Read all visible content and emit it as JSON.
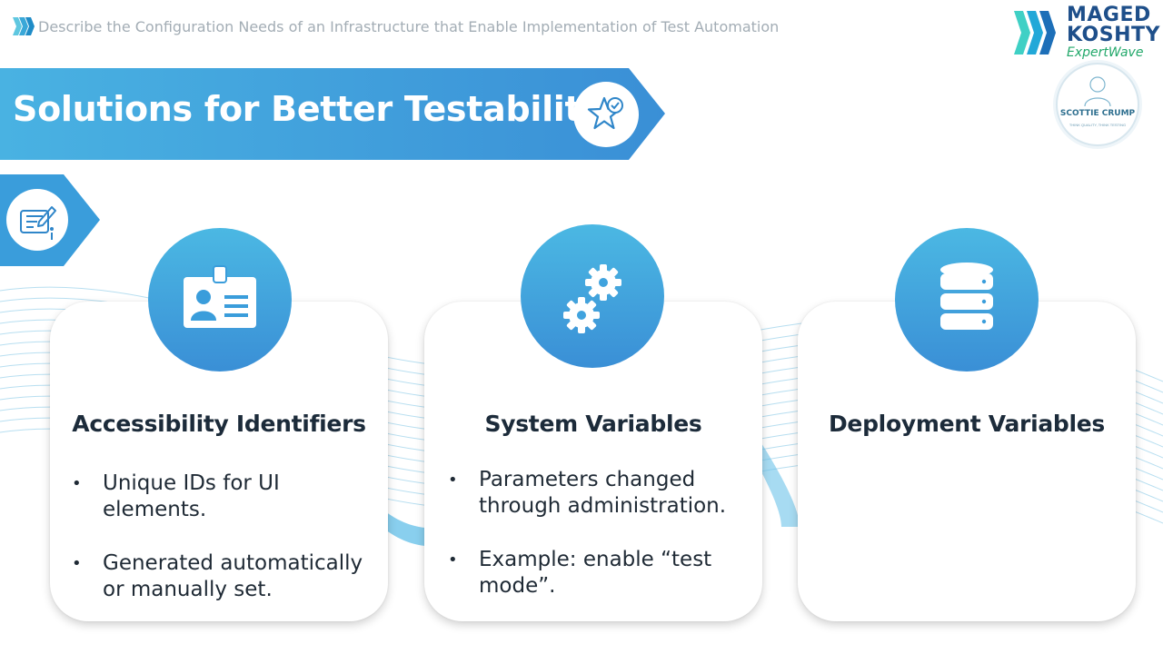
{
  "header": {
    "breadcrumb": "Describe the Configuration Needs of an Infrastructure that Enable Implementation of Test Automation",
    "brand_line1": "MAGED",
    "brand_line2": "KOSHTY",
    "brand_line3": "ExpertWave",
    "speaker_name": "SCOTTIE CRUMP",
    "speaker_tagline": "THINK QUALITY, THINK TESTING"
  },
  "title": "Solutions for Better Testability",
  "cards": [
    {
      "title": "Accessibility Identifiers",
      "icon": "id-badge-icon",
      "bullets": [
        "Unique IDs for UI elements.",
        "Generated automatically or manually set."
      ]
    },
    {
      "title": "System Variables",
      "icon": "gears-icon",
      "bullets": [
        "Parameters changed through administration.",
        "Example: enable “test mode”."
      ]
    },
    {
      "title": "Deployment Variables",
      "icon": "database-icon",
      "bullets": []
    }
  ],
  "colors": {
    "accent": "#3a9fdc",
    "accent_dark": "#2b7fc4",
    "title_text": "#1c2b3a",
    "brand_blue": "#1e4f8a",
    "brand_green": "#22a86a"
  }
}
